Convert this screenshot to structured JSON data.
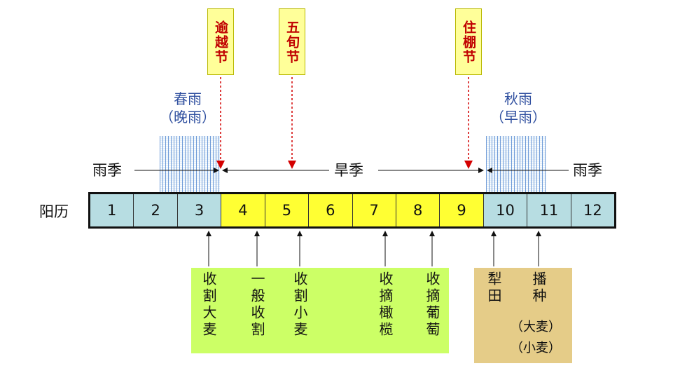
{
  "festivals": [
    {
      "label": "逾越节",
      "month": 3
    },
    {
      "label": "五旬节",
      "month": 5
    },
    {
      "label": "住棚节",
      "month": 9
    }
  ],
  "rains": {
    "spring": {
      "title": "春雨",
      "subtitle": "（晚雨）"
    },
    "autumn": {
      "title": "秋雨",
      "subtitle": "（早雨）"
    }
  },
  "seasons": {
    "rain_left": "雨季",
    "dry": "旱季",
    "rain_right": "雨季"
  },
  "calendar": {
    "row_label": "阳历",
    "months": [
      "1",
      "2",
      "3",
      "4",
      "5",
      "6",
      "7",
      "8",
      "9",
      "10",
      "11",
      "12"
    ],
    "colors": {
      "rainy": "#b7dde2",
      "dry": "#ffff33"
    }
  },
  "activities_green": [
    {
      "text": "收割大麦",
      "month": 3
    },
    {
      "text": "一般收割",
      "month": 4
    },
    {
      "text": "收割小麦",
      "month": 5
    },
    {
      "text": "收摘橄榄",
      "month": 7
    },
    {
      "text": "收摘葡萄",
      "month": 8
    }
  ],
  "activities_tan": {
    "plough": "犁田",
    "sow": "播种",
    "sow_note1": "（大麦）",
    "sow_note2": "（小麦）"
  }
}
